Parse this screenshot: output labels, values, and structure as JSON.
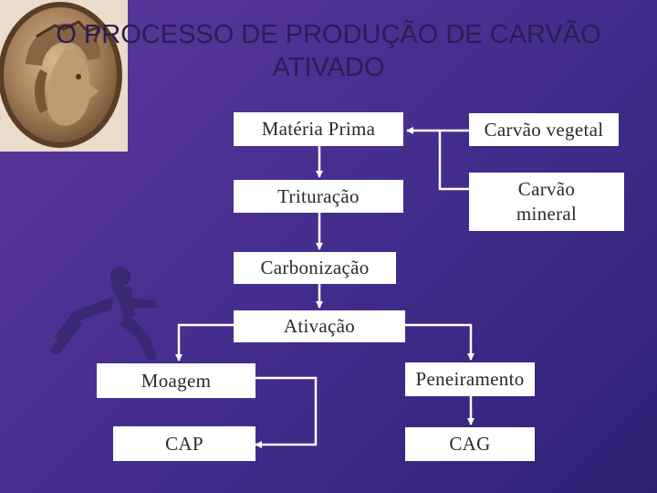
{
  "title": "O PROCESSO DE PRODUÇÃO DE CARVÃO ATIVADO",
  "nodes": {
    "materia_prima": "Matéria Prima",
    "carvao_vegetal": "Carvão vegetal",
    "trituracao": "Trituração",
    "carvao_mineral": "Carvão mineral",
    "carbonizacao": "Carbonização",
    "ativacao": "Ativação",
    "moagem": "Moagem",
    "peneiramento": "Peneiramento",
    "cap": "CAP",
    "cag": "CAG"
  },
  "colors": {
    "background": "#4e3194",
    "box": "#ffffff",
    "connector": "#ffffff",
    "title": "#2a1d55"
  }
}
